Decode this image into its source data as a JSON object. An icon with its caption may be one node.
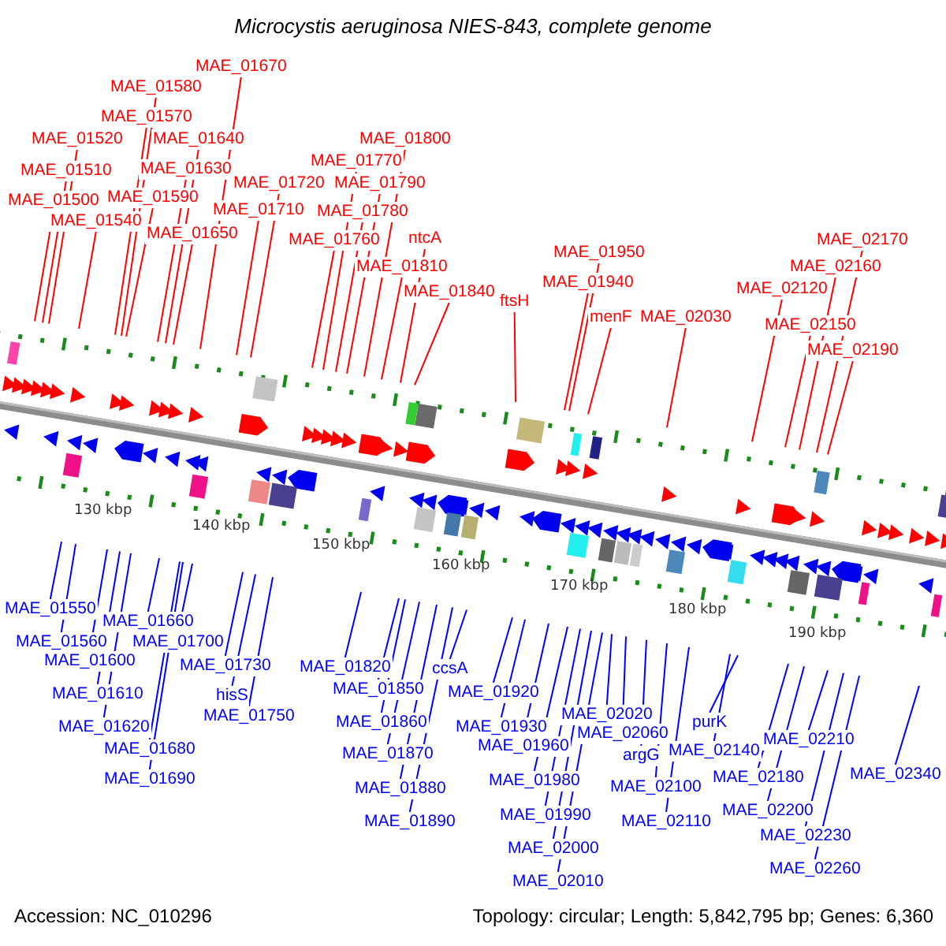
{
  "diagram": {
    "title": "Microcystis aeruginosa NIES-843, complete genome",
    "nodes": [
      {
        "text": [
          "MAE_01670"
        ]
      },
      {
        "text": [
          "MAE_01580"
        ]
      },
      {
        "text": [
          "MAE_01570"
        ]
      },
      {
        "text": [
          "MAE_01520"
        ]
      },
      {
        "text": [
          "MAE_01640"
        ]
      },
      {
        "text": [
          "MAE_01800"
        ]
      },
      {
        "text": [
          "MAE_01770"
        ]
      },
      {
        "text": [
          "MAE_01510"
        ]
      },
      {
        "text": [
          "MAE_01630"
        ]
      },
      {
        "text": [
          "MAE_01720"
        ]
      },
      {
        "text": [
          "MAE_01790"
        ]
      },
      {
        "text": [
          "MAE_01590"
        ]
      },
      {
        "text": [
          "MAE_01500"
        ]
      },
      {
        "text": [
          "MAE_01710"
        ]
      },
      {
        "text": [
          "MAE_01780"
        ]
      },
      {
        "text": [
          "MAE_01540"
        ]
      },
      {
        "text": [
          "MAE_01650"
        ]
      },
      {
        "text": [
          "MAE_01760"
        ]
      },
      {
        "text": [
          "ntcA"
        ]
      },
      {
        "text": [
          "MAE_02170"
        ]
      },
      {
        "text": [
          "MAE_01950"
        ]
      },
      {
        "text": [
          "MAE_01810"
        ]
      },
      {
        "text": [
          "MAE_02160"
        ]
      },
      {
        "text": [
          "MAE_01940"
        ]
      },
      {
        "text": [
          "MAE_02120"
        ]
      },
      {
        "text": [
          "MAE_01840"
        ]
      },
      {
        "text": [
          "ftsH"
        ]
      },
      {
        "text": [
          "menF"
        ]
      },
      {
        "text": [
          "MAE_02030"
        ]
      },
      {
        "text": [
          "MAE_02150"
        ]
      },
      {
        "text": [
          "MAE_02190"
        ]
      },
      {
        "text": [
          "MAE_01550"
        ]
      },
      {
        "text": [
          "MAE_01660"
        ]
      },
      {
        "text": [
          "MAE_01560"
        ]
      },
      {
        "text": [
          "MAE_01700"
        ]
      },
      {
        "text": [
          "MAE_01600"
        ]
      },
      {
        "text": [
          "MAE_01730"
        ]
      },
      {
        "text": [
          "MAE_01820"
        ]
      },
      {
        "text": [
          "ccsA"
        ]
      },
      {
        "text": [
          "MAE_01850"
        ]
      },
      {
        "text": [
          "MAE_01920"
        ]
      },
      {
        "text": [
          "MAE_01610"
        ]
      },
      {
        "text": [
          "hisS"
        ]
      },
      {
        "text": [
          "MAE_02020"
        ]
      },
      {
        "text": [
          "MAE_01750"
        ]
      },
      {
        "text": [
          "MAE_01860"
        ]
      },
      {
        "text": [
          "purK"
        ]
      },
      {
        "text": [
          "MAE_01620"
        ]
      },
      {
        "text": [
          "MAE_01930"
        ]
      },
      {
        "text": [
          "MAE_02060"
        ]
      },
      {
        "text": [
          "MAE_02210"
        ]
      },
      {
        "text": [
          "MAE_01960"
        ]
      },
      {
        "text": [
          "MAE_01680"
        ]
      },
      {
        "text": [
          "MAE_02140"
        ]
      },
      {
        "text": [
          "MAE_01870"
        ]
      },
      {
        "text": [
          "argG"
        ]
      },
      {
        "text": [
          "MAE_02340"
        ]
      },
      {
        "text": [
          "MAE_02180"
        ]
      },
      {
        "text": [
          "MAE_01690"
        ]
      },
      {
        "text": [
          "MAE_01980"
        ]
      },
      {
        "text": [
          "MAE_02100"
        ]
      },
      {
        "text": [
          "MAE_01880"
        ]
      },
      {
        "text": [
          "MAE_02200"
        ]
      },
      {
        "text": [
          "MAE_01990"
        ]
      },
      {
        "text": [
          "MAE_01890"
        ]
      },
      {
        "text": [
          "MAE_02110"
        ]
      },
      {
        "text": [
          "MAE_02230"
        ]
      },
      {
        "text": [
          "MAE_02000"
        ]
      },
      {
        "text": [
          "MAE_02260"
        ]
      },
      {
        "text": [
          "MAE_02010"
        ]
      }
    ],
    "edges": [
      {
        "from": 0,
        "to": null,
        "arrow": "none",
        "color": "#ff0000"
      },
      {
        "from": 1,
        "to": null,
        "arrow": "none",
        "color": "#ff0000"
      },
      {
        "from": 2,
        "to": null,
        "arrow": "none",
        "color": "#ff0000"
      },
      {
        "from": 3,
        "to": null,
        "arrow": "none",
        "color": "#ff0000"
      },
      {
        "from": 4,
        "to": null,
        "arrow": "none",
        "color": "#ff0000"
      },
      {
        "from": 5,
        "to": null,
        "arrow": "none",
        "color": "#ff0000"
      },
      {
        "from": 6,
        "to": null,
        "arrow": "none",
        "color": "#ff0000"
      },
      {
        "from": 7,
        "to": null,
        "arrow": "none",
        "color": "#ff0000"
      },
      {
        "from": 8,
        "to": null,
        "arrow": "none",
        "color": "#ff0000"
      },
      {
        "from": 9,
        "to": null,
        "arrow": "none",
        "color": "#ff0000"
      },
      {
        "from": 10,
        "to": null,
        "arrow": "none",
        "color": "#ff0000"
      },
      {
        "from": 11,
        "to": null,
        "arrow": "none",
        "color": "#ff0000"
      },
      {
        "from": 12,
        "to": null,
        "arrow": "none",
        "color": "#ff0000"
      },
      {
        "from": 13,
        "to": null,
        "arrow": "none",
        "color": "#ff0000"
      },
      {
        "from": 14,
        "to": null,
        "arrow": "none",
        "color": "#ff0000"
      },
      {
        "from": 15,
        "to": null,
        "arrow": "none",
        "color": "#ff0000"
      },
      {
        "from": 16,
        "to": null,
        "arrow": "none",
        "color": "#ff0000"
      },
      {
        "from": 17,
        "to": null,
        "arrow": "none",
        "color": "#ff0000"
      },
      {
        "from": 18,
        "to": null,
        "arrow": "none",
        "color": "#ff0000"
      },
      {
        "from": 19,
        "to": null,
        "arrow": "none",
        "color": "#ff0000"
      },
      {
        "from": 20,
        "to": null,
        "arrow": "none",
        "color": "#ff0000"
      },
      {
        "from": 21,
        "to": null,
        "arrow": "none",
        "color": "#ff0000"
      },
      {
        "from": 22,
        "to": null,
        "arrow": "none",
        "color": "#ff0000"
      },
      {
        "from": 23,
        "to": null,
        "arrow": "none",
        "color": "#ff0000"
      },
      {
        "from": 24,
        "to": null,
        "arrow": "none",
        "color": "#ff0000"
      },
      {
        "from": 25,
        "to": null,
        "arrow": "none",
        "color": "#ff0000"
      },
      {
        "from": 26,
        "to": null,
        "arrow": "none",
        "color": "#ff0000"
      },
      {
        "from": 27,
        "to": null,
        "arrow": "none",
        "color": "#ff0000"
      },
      {
        "from": 28,
        "to": null,
        "arrow": "none",
        "color": "#ff0000"
      },
      {
        "from": 29,
        "to": null,
        "arrow": "none",
        "color": "#ff0000"
      },
      {
        "from": 30,
        "to": null,
        "arrow": "none",
        "color": "#ff0000"
      },
      {
        "from": 31,
        "to": null,
        "arrow": "none"
      },
      {
        "from": 32,
        "to": null,
        "arrow": "none"
      },
      {
        "from": 33,
        "to": null,
        "arrow": "none"
      },
      {
        "from": 34,
        "to": null,
        "arrow": "none"
      },
      {
        "from": 35,
        "to": null,
        "arrow": "none"
      },
      {
        "from": 36,
        "to": null,
        "arrow": "none"
      },
      {
        "from": 37,
        "to": null,
        "arrow": "none"
      },
      {
        "from": 38,
        "to": null,
        "arrow": "none"
      },
      {
        "from": 39,
        "to": null,
        "arrow": "none"
      },
      {
        "from": 40,
        "to": null,
        "arrow": "none"
      },
      {
        "from": 41,
        "to": null,
        "arrow": "none"
      },
      {
        "from": 42,
        "to": null,
        "arrow": "none"
      },
      {
        "from": 43,
        "to": null,
        "arrow": "none"
      },
      {
        "from": 44,
        "to": null,
        "arrow": "none"
      },
      {
        "from": 45,
        "to": null,
        "arrow": "none"
      },
      {
        "from": 46,
        "to": null,
        "arrow": "none"
      },
      {
        "from": 47,
        "to": null,
        "arrow": "none"
      },
      {
        "from": 48,
        "to": null,
        "arrow": "none"
      },
      {
        "from": 49,
        "to": null,
        "arrow": "none"
      },
      {
        "from": 50,
        "to": null,
        "arrow": "none"
      },
      {
        "from": 51,
        "to": null,
        "arrow": "none"
      },
      {
        "from": 52,
        "to": null,
        "arrow": "none"
      },
      {
        "from": 53,
        "to": null,
        "arrow": "none"
      },
      {
        "from": 54,
        "to": null,
        "arrow": "none"
      },
      {
        "from": 55,
        "to": null,
        "arrow": "none"
      },
      {
        "from": 56,
        "to": null,
        "arrow": "none"
      },
      {
        "from": 57,
        "to": null,
        "arrow": "none"
      },
      {
        "from": 58,
        "to": null,
        "arrow": "none"
      },
      {
        "from": 59,
        "to": null,
        "arrow": "none"
      },
      {
        "from": 60,
        "to": null,
        "arrow": "none"
      },
      {
        "from": 61,
        "to": null,
        "arrow": "none"
      },
      {
        "from": 62,
        "to": null,
        "arrow": "none"
      },
      {
        "from": 63,
        "to": null,
        "arrow": "none"
      },
      {
        "from": 64,
        "to": null,
        "arrow": "none"
      },
      {
        "from": 65,
        "to": null,
        "arrow": "none"
      },
      {
        "from": 66,
        "to": null,
        "arrow": "none"
      },
      {
        "from": 67,
        "to": null,
        "arrow": "none"
      },
      {
        "from": 68,
        "to": null,
        "arrow": "none"
      },
      {
        "from": 69,
        "to": null,
        "arrow": "none"
      }
    ],
    "labels": [
      "130 kbp",
      "140 kbp",
      "150 kbp",
      "160 kbp",
      "170 kbp",
      "180 kbp",
      "190 kbp",
      "Accession: NC_010296",
      "Topology: circular; Length: 5,842,795 bp; Genes: 6,360"
    ]
  }
}
